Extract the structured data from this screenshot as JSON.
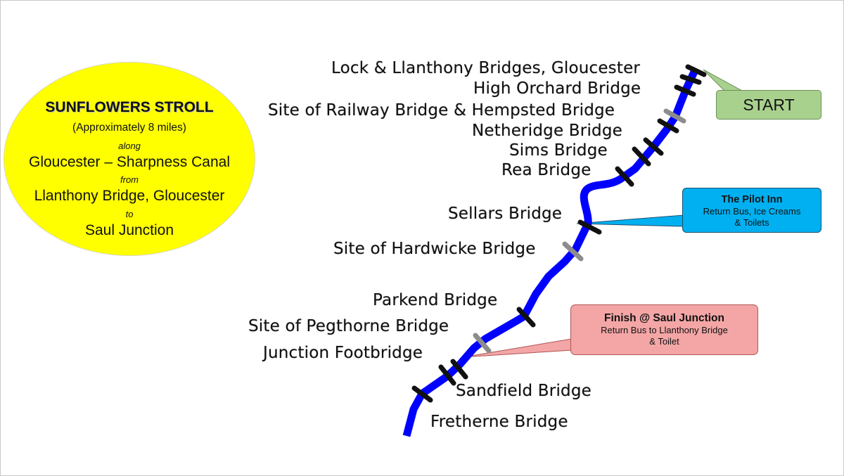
{
  "title_ellipse": {
    "title": "SUNFLOWERS STROLL",
    "approx": "(Approximately 8 miles)",
    "along_word": "along",
    "canal": "Gloucester – Sharpness Canal",
    "from_word": "from",
    "start_place": "Llanthony Bridge, Gloucester",
    "to_word": "to",
    "end_place": "Saul Junction",
    "color": "#ffff00"
  },
  "route": {
    "line_color": "#0000ff",
    "bridge_color": "#111111",
    "former_bridge_color": "#8c8c8c"
  },
  "bridges": [
    {
      "label": "Lock & Llanthony Bridges, Gloucester"
    },
    {
      "label": "High Orchard Bridge"
    },
    {
      "label": "Site of Railway Bridge & Hempsted Bridge"
    },
    {
      "label": "Netheridge Bridge"
    },
    {
      "label": "Sims Bridge"
    },
    {
      "label": "Rea Bridge"
    },
    {
      "label": "Sellars Bridge"
    },
    {
      "label": "Site of Hardwicke Bridge"
    },
    {
      "label": "Parkend Bridge"
    },
    {
      "label": "Site of Pegthorne Bridge"
    },
    {
      "label": "Junction Footbridge"
    },
    {
      "label": "Sandfield Bridge"
    },
    {
      "label": "Fretherne Bridge"
    }
  ],
  "callouts": {
    "start": {
      "text": "START",
      "color": "#a9d18e"
    },
    "pilot": {
      "title": "The Pilot Inn",
      "line1": "Return Bus, Ice Creams",
      "line2": "& Toilets",
      "color": "#00b0f0"
    },
    "finish": {
      "title": "Finish @ Saul Junction",
      "line1": "Return Bus to Llanthony Bridge",
      "line2": "& Toilet",
      "color": "#f4a6a6"
    }
  }
}
